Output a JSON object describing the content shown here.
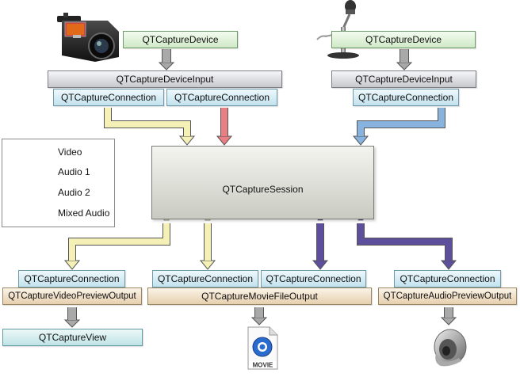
{
  "sources": {
    "video_device": "QTCaptureDevice",
    "video_device_input": "QTCaptureDeviceInput",
    "video_connection_1": "QTCaptureConnection",
    "video_connection_2": "QTCaptureConnection",
    "audio_device": "QTCaptureDevice",
    "audio_device_input": "QTCaptureDeviceInput",
    "audio_connection": "QTCaptureConnection"
  },
  "session": {
    "label": "QTCaptureSession"
  },
  "legend": [
    {
      "label": "Video",
      "color": "#f4f0b6"
    },
    {
      "label": "Audio 1",
      "color": "#ea7f83"
    },
    {
      "label": "Audio 2",
      "color": "#87b3de"
    },
    {
      "label": "Mixed Audio",
      "color": "#5e4f9c"
    }
  ],
  "outputs": {
    "preview_connection": "QTCaptureConnection",
    "preview_output": "QTCaptureVideoPreviewOutput",
    "preview_view": "QTCaptureView",
    "movie_connection_1": "QTCaptureConnection",
    "movie_connection_2": "QTCaptureConnection",
    "movie_output": "QTCaptureMovieFileOutput",
    "movie_icon_label": "MOVIE",
    "audio_connection": "QTCaptureConnection",
    "audio_output": "QTCaptureAudioPreviewOutput"
  },
  "colors": {
    "video": "#f4f0b6",
    "audio1": "#ea7f83",
    "audio2": "#87b3de",
    "mixed": "#5e4f9c",
    "connector": "#a9a9a9"
  }
}
